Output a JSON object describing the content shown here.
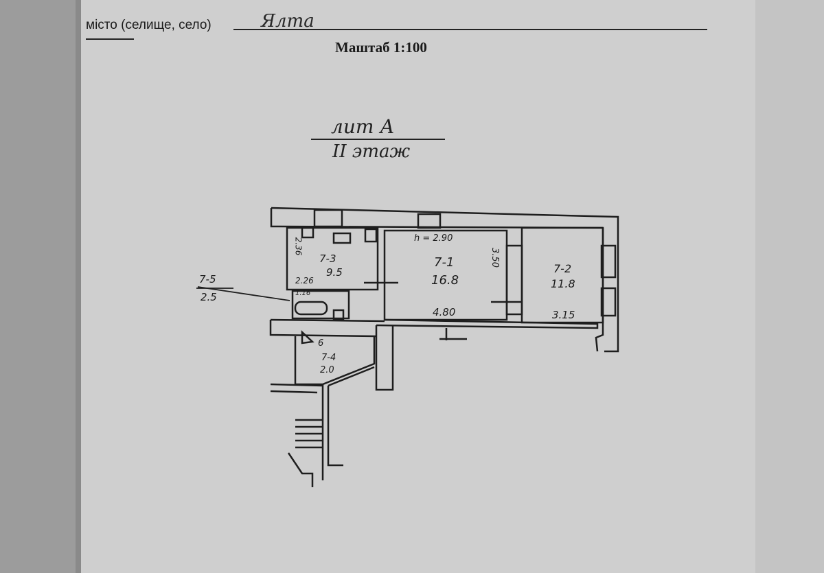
{
  "header": {
    "city_label": "місто (селище, село)",
    "city_value": "Ялта",
    "scale": "Маштаб 1:100"
  },
  "floor_title": {
    "building": "лит А",
    "floor": "II этаж"
  },
  "rooms": [
    {
      "id": "7-1",
      "area": "16.8",
      "dims": [
        "h = 2.90",
        "3.50",
        "4.80"
      ]
    },
    {
      "id": "7-2",
      "area": "11.8",
      "dims": [
        "3.15"
      ]
    },
    {
      "id": "7-3",
      "area": "9.5",
      "dims": [
        "2.36",
        "2.26"
      ]
    },
    {
      "id": "7-4",
      "area": "2.0",
      "dims": []
    },
    {
      "id": "7-5",
      "area": "2.5",
      "dims": [
        "1.16"
      ]
    }
  ],
  "labels": {
    "small_6": "6",
    "dim_h": "h = 2.90",
    "dim_350": "3.50",
    "dim_480": "4.80",
    "dim_315": "3.15",
    "dim_236": "2.36",
    "dim_226": "2.26",
    "dim_116": "1.16"
  }
}
